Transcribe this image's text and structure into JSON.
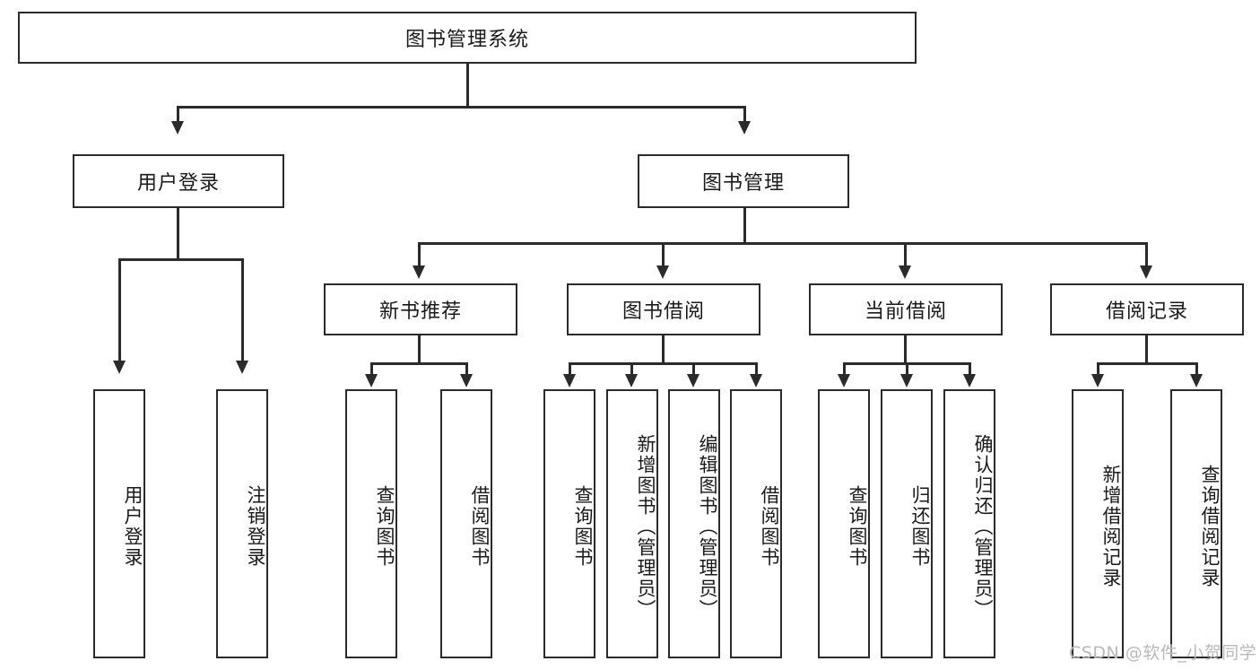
{
  "diagram": {
    "type": "tree-hierarchy",
    "title": "图书管理系统",
    "root": {
      "id": "root",
      "label": "图书管理系统"
    },
    "level2": [
      {
        "id": "user-login",
        "label": "用户登录"
      },
      {
        "id": "book-management",
        "label": "图书管理"
      }
    ],
    "level3": [
      {
        "id": "new-book-recommend",
        "label": "新书推荐",
        "parent": "book-management"
      },
      {
        "id": "book-borrow",
        "label": "图书借阅",
        "parent": "book-management"
      },
      {
        "id": "current-borrow",
        "label": "当前借阅",
        "parent": "book-management"
      },
      {
        "id": "borrow-record",
        "label": "借阅记录",
        "parent": "book-management"
      }
    ],
    "leaves": [
      {
        "id": "leaf-user-login",
        "label": "用户登录",
        "parent": "user-login"
      },
      {
        "id": "leaf-logout",
        "label": "注销登录",
        "parent": "user-login"
      },
      {
        "id": "leaf-query-book-1",
        "label": "查询图书",
        "parent": "new-book-recommend"
      },
      {
        "id": "leaf-borrow-book-1",
        "label": "借阅图书",
        "parent": "new-book-recommend"
      },
      {
        "id": "leaf-query-book-2",
        "label": "查询图书",
        "parent": "book-borrow"
      },
      {
        "id": "leaf-add-book",
        "label": "新增图书（管理员）",
        "parent": "book-borrow"
      },
      {
        "id": "leaf-edit-book",
        "label": "编辑图书（管理员）",
        "parent": "book-borrow"
      },
      {
        "id": "leaf-borrow-book-2",
        "label": "借阅图书",
        "parent": "book-borrow"
      },
      {
        "id": "leaf-query-book-3",
        "label": "查询图书",
        "parent": "current-borrow"
      },
      {
        "id": "leaf-return-book",
        "label": "归还图书",
        "parent": "current-borrow"
      },
      {
        "id": "leaf-confirm-return",
        "label": "确认归还（管理员）",
        "parent": "current-borrow"
      },
      {
        "id": "leaf-add-record",
        "label": "新增借阅记录",
        "parent": "borrow-record"
      },
      {
        "id": "leaf-query-record",
        "label": "查询借阅记录",
        "parent": "borrow-record"
      }
    ]
  },
  "watermark": {
    "text": "CSDN @软件_小贺同学"
  },
  "colors": {
    "stroke": "#2b2b2b",
    "fill": "#ffffff",
    "text": "#1a1a1a",
    "watermark": "#b9b9b9",
    "background": "#ffffff"
  }
}
